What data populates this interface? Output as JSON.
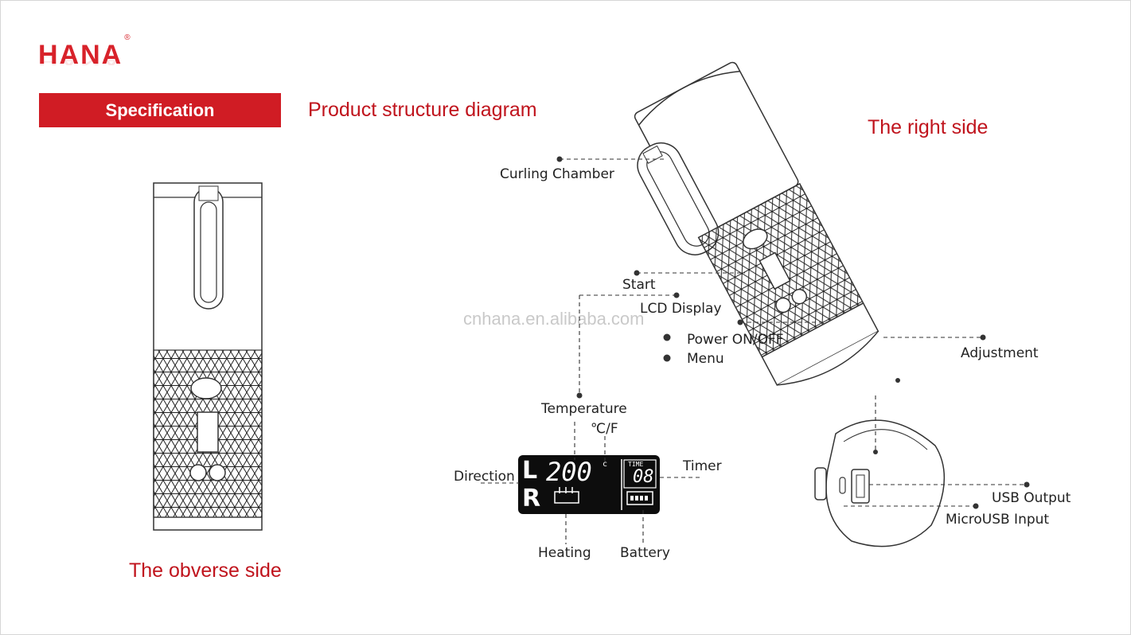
{
  "brand": {
    "logo_text": "HANA",
    "registered_mark": "®"
  },
  "header": {
    "section_label": "Specification",
    "diagram_title": "Product structure diagram"
  },
  "views": {
    "obverse_title": "The obverse side",
    "right_title": "The right side"
  },
  "watermark": "cnhana.en.alibaba.com",
  "callouts": {
    "curling_chamber": "Curling Chamber",
    "start": "Start",
    "lcd_display": "LCD Display",
    "power": "Power ON/OFF",
    "menu": "Menu",
    "adjustment": "Adjustment",
    "temperature": "Temperature",
    "unit": "℃/F",
    "direction": "Direction",
    "timer": "Timer",
    "heating": "Heating",
    "battery": "Battery",
    "usb_output": "USB Output",
    "micro_usb": "MicroUSB Input"
  },
  "lcd": {
    "dir_left": "L",
    "dir_right": "R",
    "temperature_value": "200",
    "temp_unit": "c",
    "time_label": "TIME",
    "time_value": "08"
  },
  "colors": {
    "brand_red": "#d01c24",
    "title_red": "#c0141d"
  }
}
